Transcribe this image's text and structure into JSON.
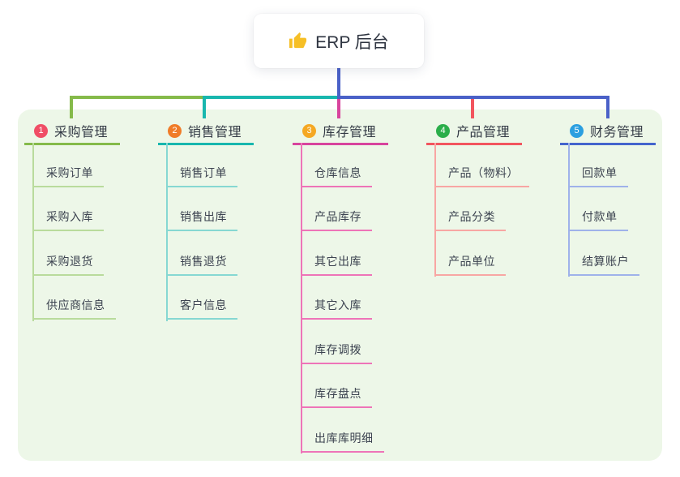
{
  "root": {
    "label": "ERP 后台",
    "icon": "thumbs-up-icon",
    "icon_color": "#f6bf26"
  },
  "panel": {
    "background": "#edf7e8"
  },
  "connector_colors": {
    "trunk_blue": "#4a61c8",
    "green": "#85ba4a",
    "teal": "#18b7ae",
    "magenta": "#d8449d",
    "red": "#f2555e",
    "blue": "#4465cd"
  },
  "branches": [
    {
      "index": "1",
      "label": "采购管理",
      "badge_color": "#f04e66",
      "line_color": "#85ba4a",
      "item_line_color": "#b9db9c",
      "items": [
        "采购订单",
        "采购入库",
        "采购退货",
        "供应商信息"
      ]
    },
    {
      "index": "2",
      "label": "销售管理",
      "badge_color": "#f07c28",
      "line_color": "#18b7ae",
      "item_line_color": "#86d8d2",
      "items": [
        "销售订单",
        "销售出库",
        "销售退货",
        "客户信息"
      ]
    },
    {
      "index": "3",
      "label": "库存管理",
      "badge_color": "#f5a823",
      "line_color": "#d8449d",
      "item_line_color": "#ee74b8",
      "items": [
        "仓库信息",
        "产品库存",
        "其它出库",
        "其它入库",
        "库存调拨",
        "库存盘点",
        "出库库明细"
      ]
    },
    {
      "index": "4",
      "label": "产品管理",
      "badge_color": "#2bae4a",
      "line_color": "#f2555e",
      "item_line_color": "#f8a6a3",
      "items": [
        "产品（物料）",
        "产品分类",
        "产品单位"
      ]
    },
    {
      "index": "5",
      "label": "财务管理",
      "badge_color": "#2b9fe0",
      "line_color": "#4465cd",
      "item_line_color": "#9fb2ea",
      "items": [
        "回款单",
        "付款单",
        "结算账户"
      ]
    }
  ]
}
